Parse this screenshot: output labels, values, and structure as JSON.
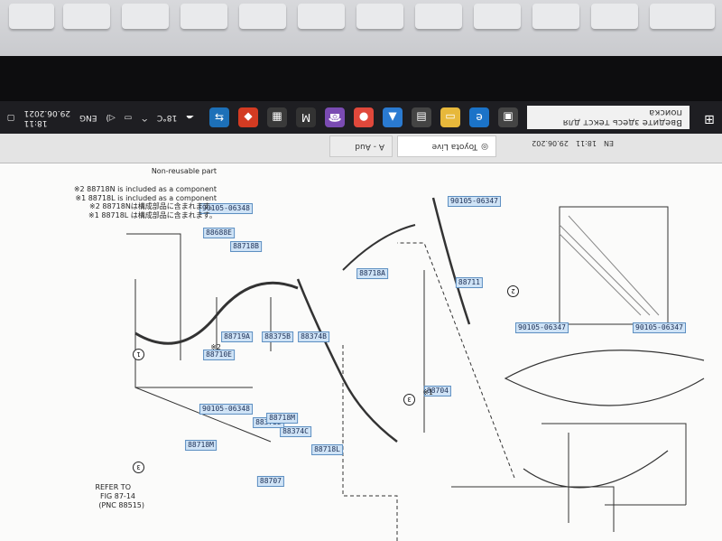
{
  "taskbar": {
    "search_placeholder": "Введите здесь текст для поиска",
    "weather": "18°C",
    "lang": "ENG",
    "time": "18:11",
    "date": "29.06.2021",
    "icons": [
      "task-view-icon",
      "edge-icon",
      "file-explorer-icon",
      "store-icon",
      "photos-icon",
      "chrome-icon",
      "viber-icon",
      "mail-icon",
      "calculator-icon",
      "office-icon",
      "teamviewer-icon"
    ]
  },
  "window": {
    "tab_active": "Toyota Live",
    "tab_other": "A - Aud",
    "lang": "EN",
    "time": "18:11",
    "date": "29.06.202"
  },
  "diagram": {
    "labels": {
      "l88707": "88707",
      "l88718L": "88718L",
      "l88718M_a": "88718M",
      "l88718M_b": "88718M",
      "l88710E": "88710E",
      "l88719A": "88719A",
      "l88375B": "88375B",
      "l88374B": "88374B",
      "l88718B": "88718B",
      "l88688E": "88688E",
      "l88718A": "88718A",
      "l88704": "88704",
      "l88711": "88711",
      "l88375D": "88375D",
      "l88374C": "88374C",
      "p90105_06348a": "90105-06348",
      "p90105_06348b": "90105-06348",
      "p90105_06347a": "90105-06347",
      "p90105_06347b": "90105-06347",
      "p90105_06347c": "90105-06347"
    },
    "notes": {
      "refer": "REFER TO",
      "fig": "FIG 87-14",
      "pnc": "(PNC 88515)",
      "nonreuse": "Non-reusable part",
      "jp1": "※1 88718L は構成部品に含まれます。",
      "jp2": "※2 88718Nは構成部品に含まれます。",
      "en1": "※1 88718L is included as a component",
      "en2": "※2 88718N is included as a component",
      "star2": "※2",
      "star1": "※1"
    }
  }
}
